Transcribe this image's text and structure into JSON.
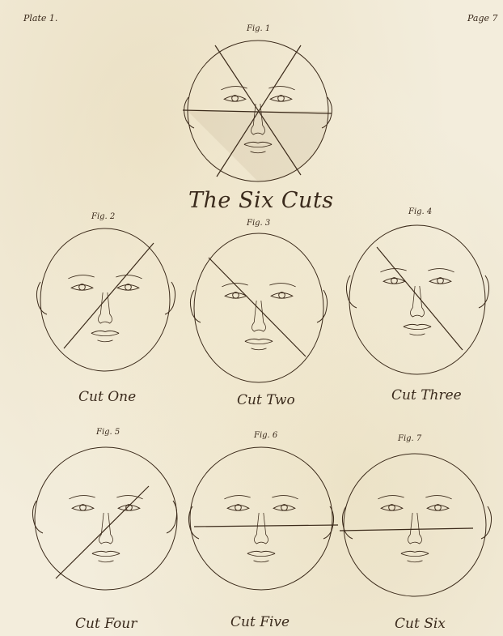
{
  "plate": {
    "left_label": "Plate 1.",
    "right_label": "Page 7",
    "title": "The Six Cuts"
  },
  "figures": [
    {
      "label": "Fig. 1",
      "caption": ""
    },
    {
      "label": "Fig. 2",
      "caption": "Cut One"
    },
    {
      "label": "Fig. 3",
      "caption": "Cut Two"
    },
    {
      "label": "Fig. 4",
      "caption": "Cut Three"
    },
    {
      "label": "Fig. 5",
      "caption": "Cut Four"
    },
    {
      "label": "Fig. 6",
      "caption": "Cut Five"
    },
    {
      "label": "Fig. 7",
      "caption": "Cut Six"
    }
  ]
}
